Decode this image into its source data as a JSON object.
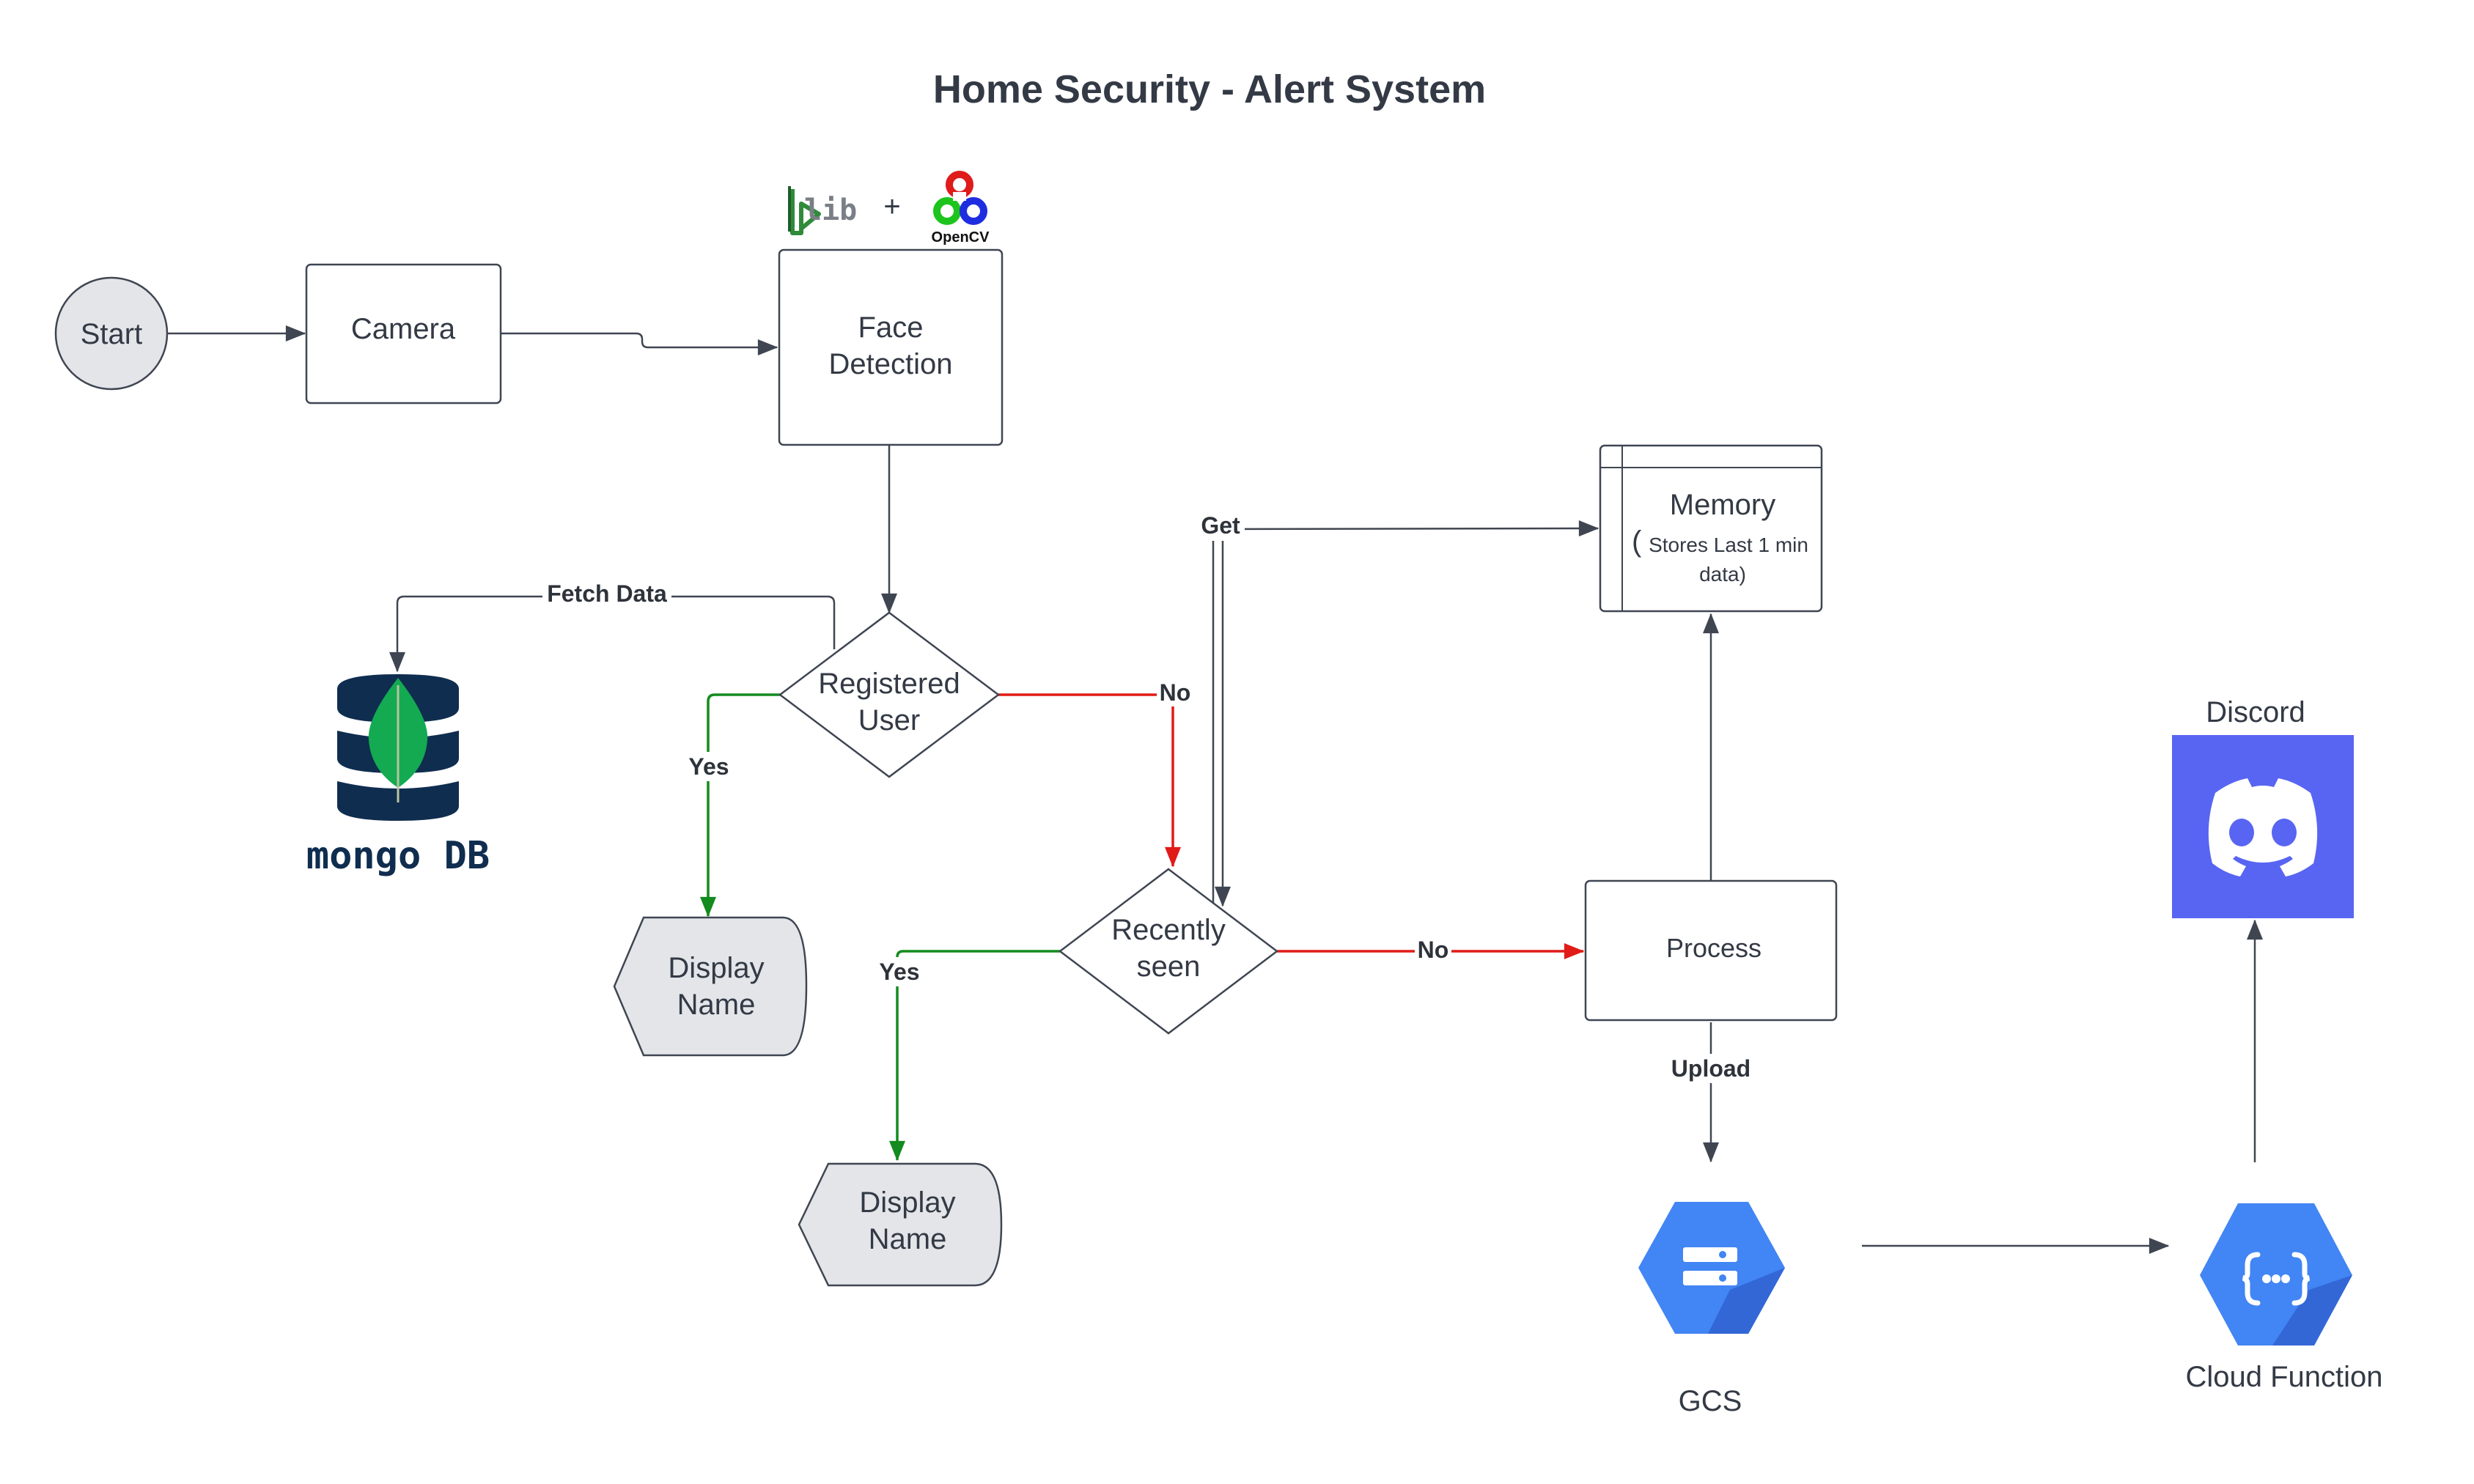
{
  "title": "Home Security - Alert System",
  "nodes": {
    "start": "Start",
    "camera": "Camera",
    "face_detection": [
      "Face",
      "Detection"
    ],
    "registered_user": [
      "Registered",
      "User"
    ],
    "recently_seen": [
      "Recently",
      "seen"
    ],
    "display_name_1": [
      "Display",
      "Name"
    ],
    "display_name_2": [
      "Display",
      "Name"
    ],
    "memory": "Memory",
    "memory_note_paren": "(",
    "memory_note_1": "Stores Last 1 min",
    "memory_note_2": "data)",
    "process": "Process",
    "gcs": "GCS",
    "cloud_function": "Cloud Function",
    "discord": "Discord"
  },
  "edge_labels": {
    "fetch_data": "Fetch Data",
    "yes_registered": "Yes",
    "no_registered": "No",
    "yes_recent": "Yes",
    "no_recent": "No",
    "get": "Get",
    "upload": "Upload"
  },
  "logos": {
    "dlib": "lib",
    "plus": "+",
    "opencv": "OpenCV",
    "mongodb": "mongo DB"
  },
  "icons": [
    "dlib-logo",
    "opencv-logo",
    "mongodb-icon",
    "gcs-icon",
    "cloud-function-icon",
    "discord-icon"
  ],
  "colors": {
    "node_fill_gray": "#e3e5e9",
    "yes_edge": "#138b1e",
    "no_edge": "#e11b17",
    "edge": "#3f4652",
    "google_blue": "#4285f4",
    "discord_blurple": "#5865f2",
    "mongo_navy": "#0f2d4f",
    "mongo_green": "#13aa52"
  }
}
